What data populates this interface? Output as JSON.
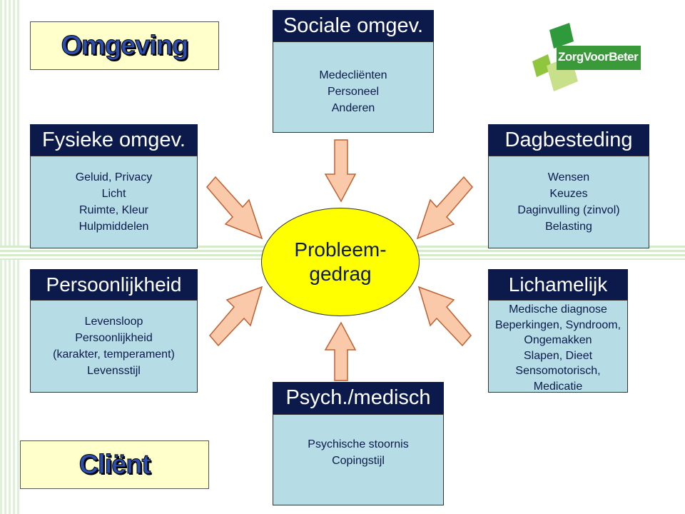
{
  "labels": {
    "omgeving": "Omgeving",
    "client": "Cliënt"
  },
  "logo": {
    "text": "ZorgVoorBeter"
  },
  "sociale": {
    "title": "Sociale omgev.",
    "items": [
      "Medecliënten",
      "Personeel",
      "Anderen"
    ]
  },
  "fysieke": {
    "title": "Fysieke omgev.",
    "items": [
      "Geluid, Privacy",
      "Licht",
      "Ruimte, Kleur",
      "Hulpmiddelen"
    ]
  },
  "dagbesteding": {
    "title": "Dagbesteding",
    "items": [
      "Wensen",
      "Keuzes",
      "Daginvulling (zinvol)",
      "Belasting"
    ]
  },
  "persoonlijkheid": {
    "title": "Persoonlijkheid",
    "items": [
      "Levensloop",
      "Persoonlijkheid",
      "(karakter, temperament)",
      "Levensstijl"
    ]
  },
  "lichamelijk": {
    "title": "Lichamelijk",
    "items": [
      "Medische diagnose",
      "Beperkingen, Syndroom,",
      "Ongemakken",
      "Slapen, Dieet",
      "Sensomotorisch,",
      "Medicatie"
    ]
  },
  "psych": {
    "title": "Psych./medisch",
    "items": [
      "Psychische stoornis",
      "Copingstijl"
    ]
  },
  "center": {
    "line1": "Probleem-",
    "line2": "gedrag"
  },
  "colors": {
    "header": "#0b1a4a",
    "box": "#b6dde6",
    "center": "#ffff00",
    "arrow": "#f9c9a9",
    "label_bg": "#ffffcc"
  }
}
